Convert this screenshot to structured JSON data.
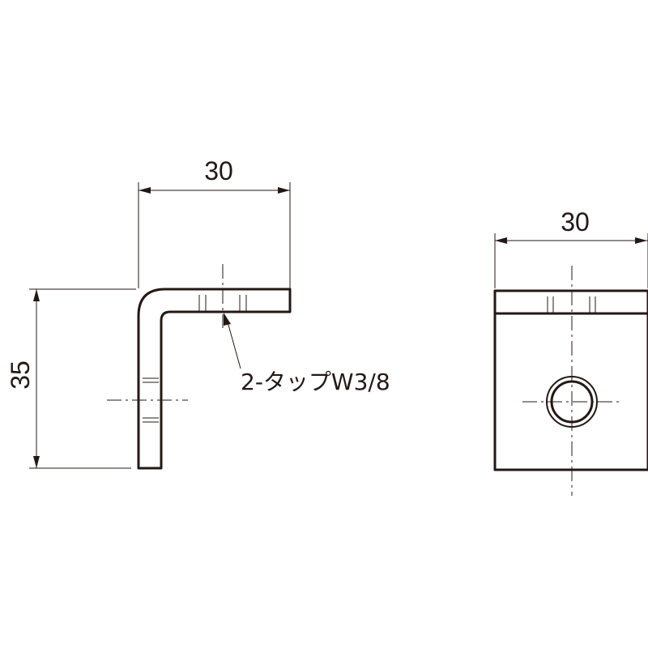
{
  "side_view": {
    "width_label": "30",
    "height_label": "35",
    "tap_callout": "2-タップW3/8"
  },
  "front_view": {
    "width_label": "30"
  }
}
